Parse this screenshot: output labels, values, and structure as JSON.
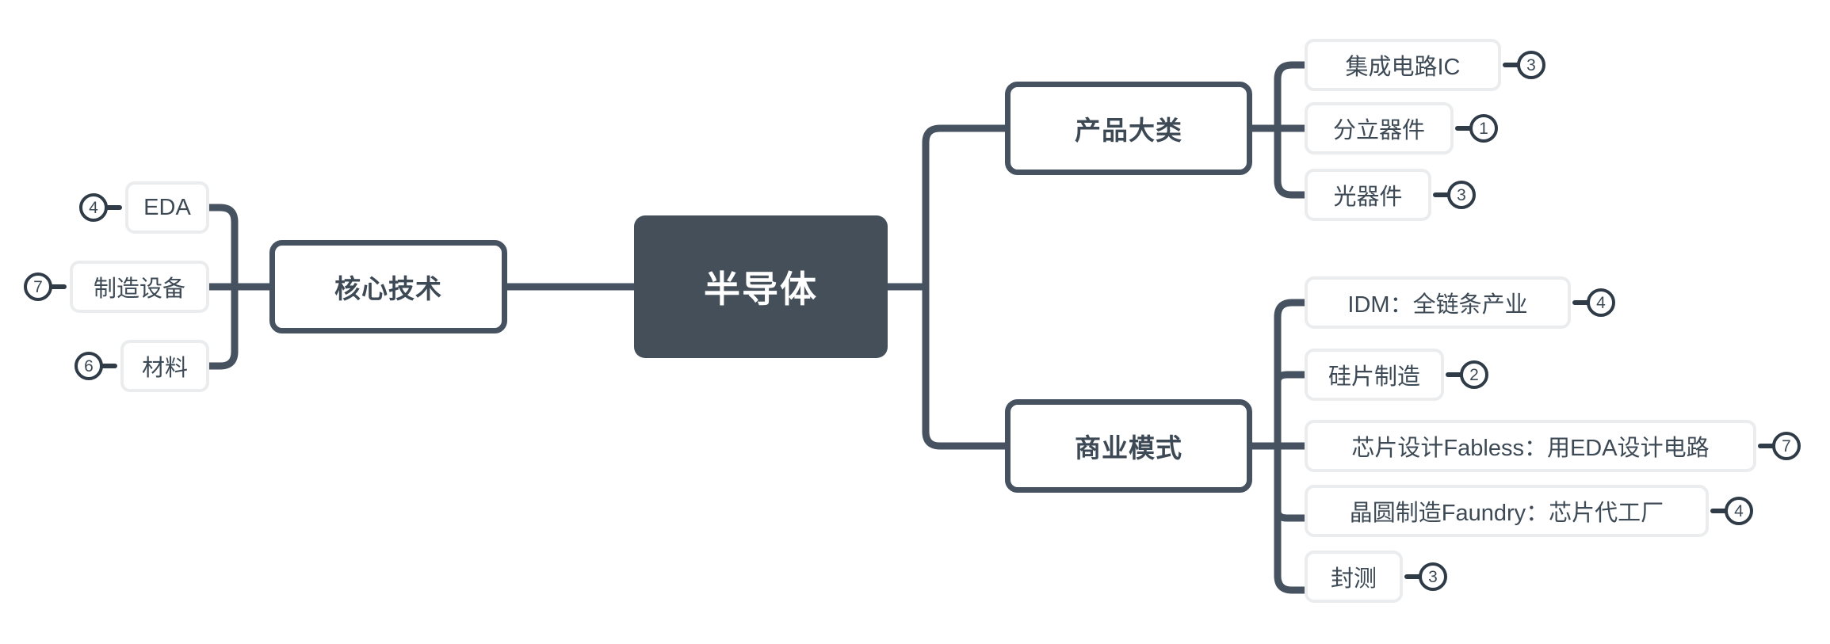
{
  "diagram": {
    "type": "mind-map",
    "title": "半导体",
    "root": {
      "label": "半导体"
    },
    "branches": [
      {
        "id": "core-tech",
        "label": "核心技术",
        "side": "left",
        "children": [
          {
            "label": "EDA",
            "badge": "4"
          },
          {
            "label": "制造设备",
            "badge": "7"
          },
          {
            "label": "材料",
            "badge": "6"
          }
        ]
      },
      {
        "id": "product-categories",
        "label": "产品大类",
        "side": "right",
        "children": [
          {
            "label": "集成电路IC",
            "badge": "3"
          },
          {
            "label": "分立器件",
            "badge": "1"
          },
          {
            "label": "光器件",
            "badge": "3"
          }
        ]
      },
      {
        "id": "business-models",
        "label": "商业模式",
        "side": "right",
        "children": [
          {
            "label": "IDM：全链条产业",
            "badge": "4"
          },
          {
            "label": "硅片制造",
            "badge": "2"
          },
          {
            "label": "芯片设计Fabless：用EDA设计电路",
            "badge": "7"
          },
          {
            "label": "晶圆制造Faundry：芯片代工厂",
            "badge": "4"
          },
          {
            "label": "封测",
            "badge": "3"
          }
        ]
      }
    ],
    "colors": {
      "root_fill": "#444f5a",
      "root_text": "#ffffff",
      "branch_border": "#465260",
      "branch_text": "#3d4a56",
      "leaf_border": "#eaecee",
      "leaf_text": "#3d4a56",
      "edge": "#465260",
      "badge_border": "#2f3b47",
      "background": "#ffffff"
    }
  }
}
